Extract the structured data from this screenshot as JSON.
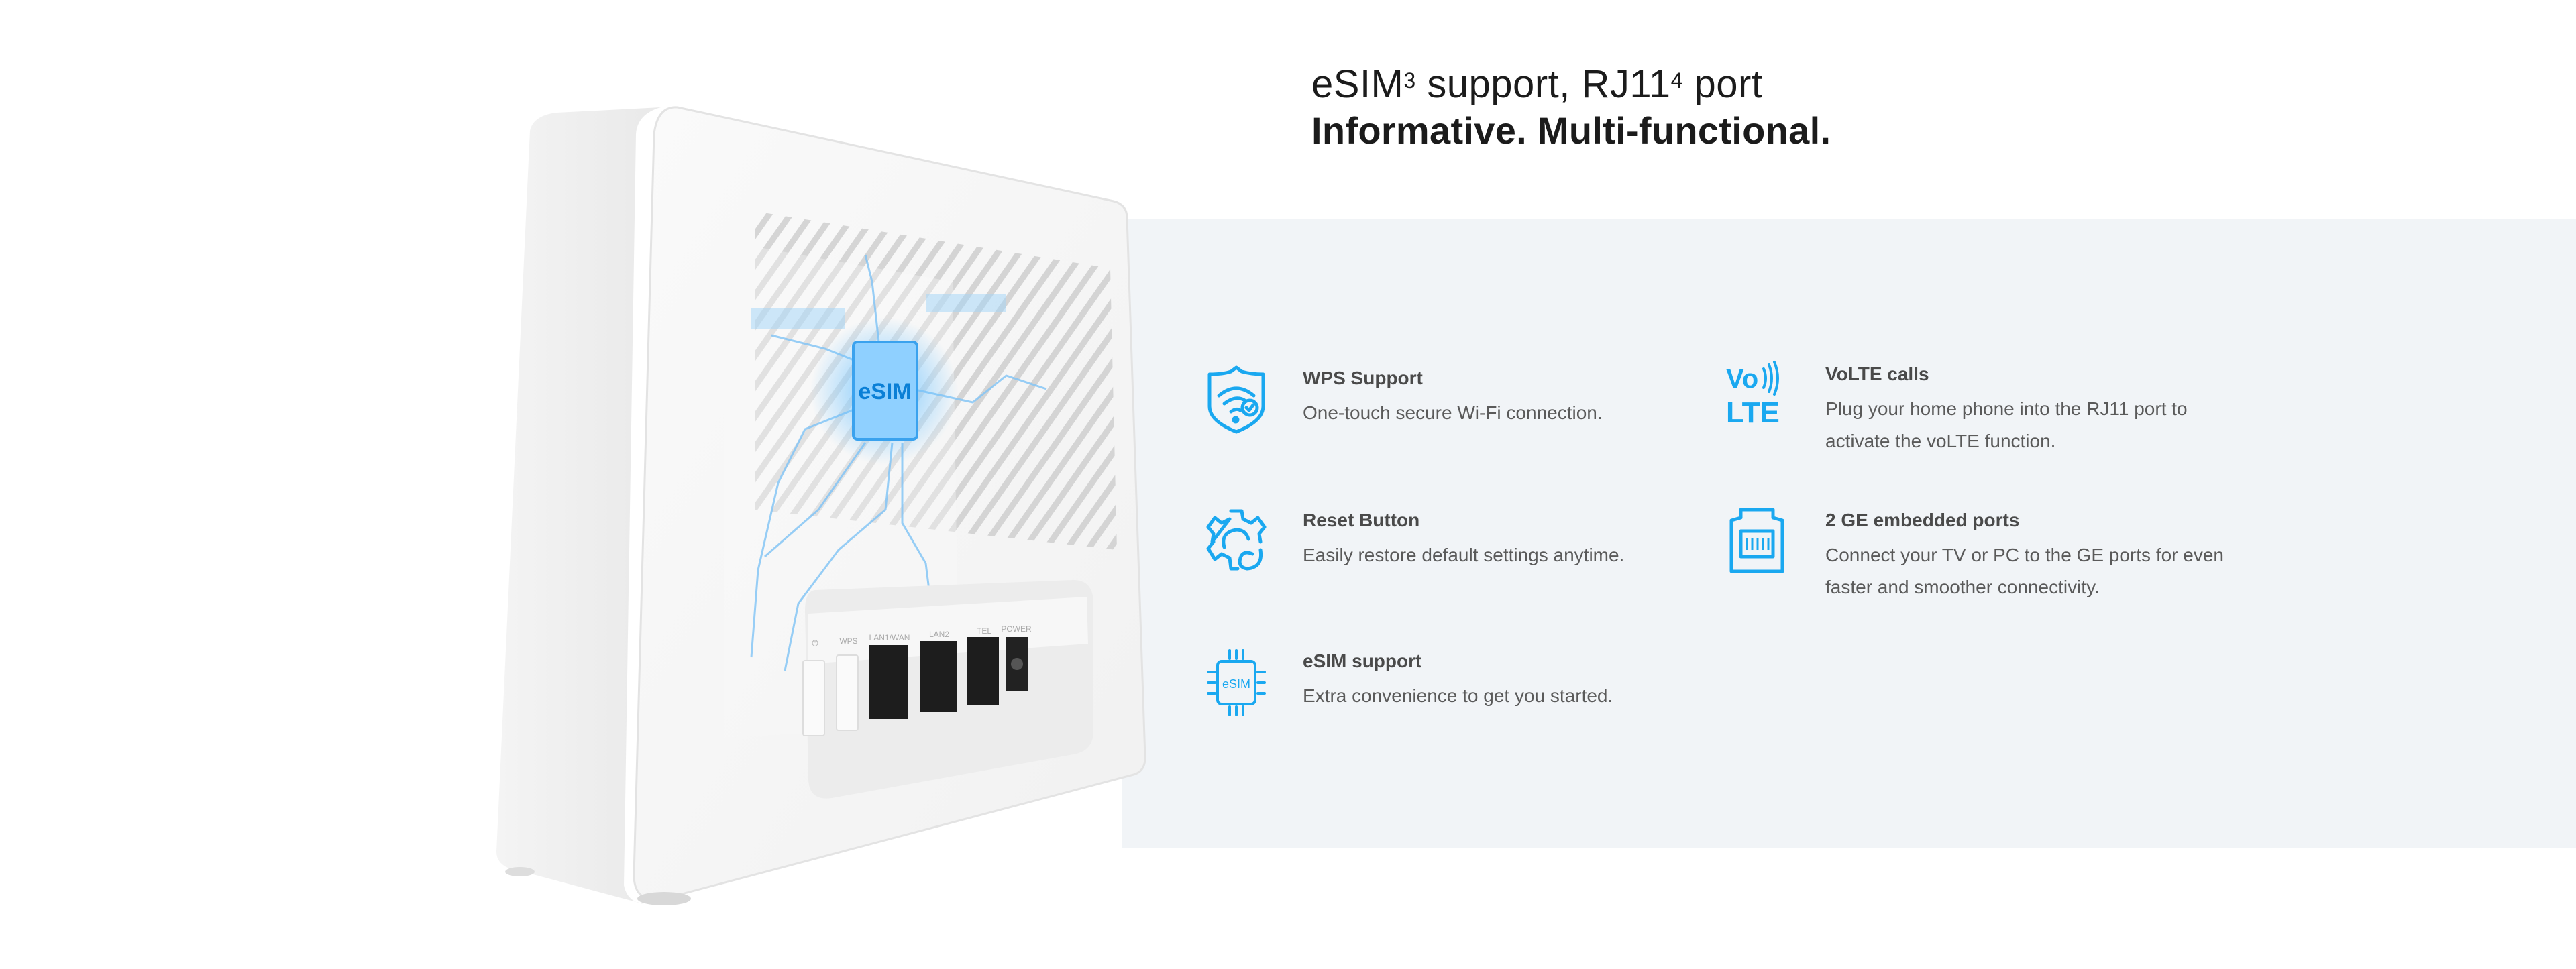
{
  "heading": {
    "line1_part1": "eSIM",
    "line1_sup1": "3",
    "line1_part2": " support, RJ11",
    "line1_sup2": "4",
    "line1_part3": " port",
    "line2": "Informative. Multi-functional."
  },
  "router": {
    "chip_label": "eSIM",
    "port_labels": [
      "⏻",
      "WPS",
      "LAN1/WAN",
      "LAN2",
      "TEL",
      "POWER"
    ]
  },
  "features": [
    {
      "icon": "shield-wifi-check-icon",
      "title": "WPS Support",
      "desc": "One-touch secure Wi-Fi connection."
    },
    {
      "icon": "gear-reset-icon",
      "title": "Reset Button",
      "desc": "Easily restore default settings anytime."
    },
    {
      "icon": "esim-chip-icon",
      "title": "eSIM support",
      "desc": "Extra convenience to get you started.",
      "icon_text": "eSIM"
    },
    {
      "icon": "volte-icon",
      "title": "VoLTE calls",
      "desc": "Plug your home phone into the RJ11 port to activate the voLTE function.",
      "icon_text_top": "Vo",
      "icon_text_bottom": "LTE"
    },
    {
      "icon": "ethernet-port-icon",
      "title": "2 GE embedded ports",
      "desc": "Connect your TV or PC to the GE ports for even faster and smoother connectivity."
    }
  ],
  "colors": {
    "accent": "#1aa8f0",
    "panel": "#f1f4f7",
    "text": "#4a4a4a"
  }
}
